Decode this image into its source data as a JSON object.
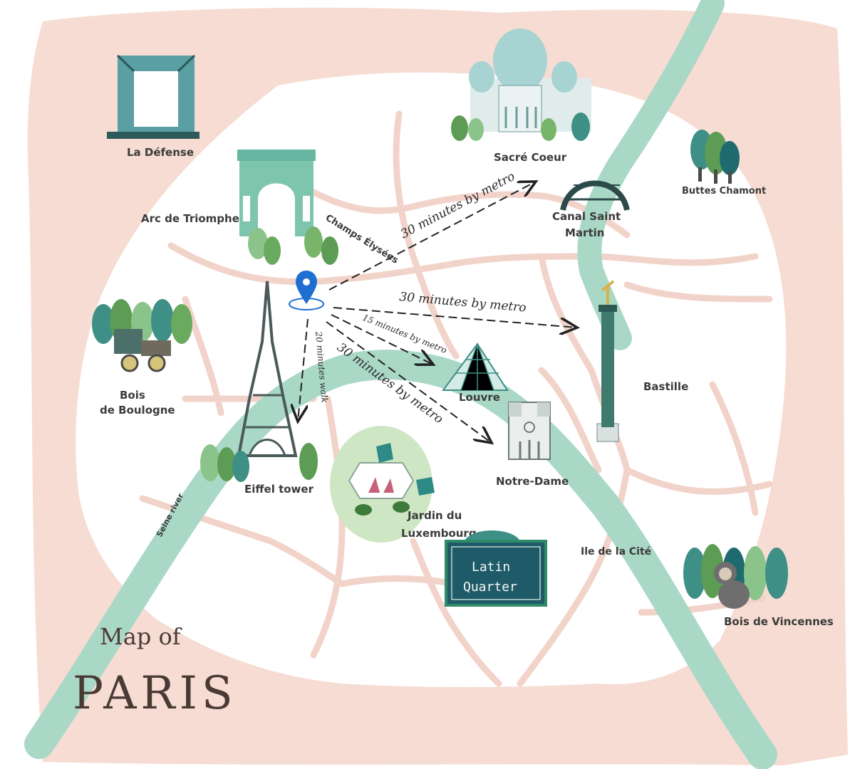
{
  "title": {
    "line1": "Map of",
    "line2": "PARIS"
  },
  "river": {
    "label": "Seine river"
  },
  "landmarks": {
    "la_defense": "La Défense",
    "arc": "Arc de Triomphe",
    "champs": "Champs Élysées",
    "sacre_coeur": "Sacré Coeur",
    "canal_1": "Canal Saint",
    "canal_2": "Martin",
    "buttes": "Buttes Chamont",
    "boulogne_1": "Bois",
    "boulogne_2": "de Boulogne",
    "eiffel": "Eiffel tower",
    "louvre": "Louvre",
    "bastille": "Bastille",
    "notre_dame": "Notre-Dame",
    "jardin_1": "Jardin du",
    "jardin_2": "Luxembourg",
    "latin_1": "Latin",
    "latin_2": "Quarter",
    "ile": "Ile de la Cité",
    "vincennes": "Bois de Vincennes"
  },
  "routes": {
    "sacre_coeur": "30 minutes by metro",
    "bastille": "30 minutes by metro",
    "louvre": "15 minutes by metro",
    "notre_dame": "30 minutes by metro",
    "eiffel": "20 minutes walk"
  },
  "colors": {
    "land": "#f6dcd2",
    "streets": "#ffffff",
    "river": "#a9d8c6",
    "accent": "#3e8f86",
    "pin": "#1e6fd0"
  }
}
